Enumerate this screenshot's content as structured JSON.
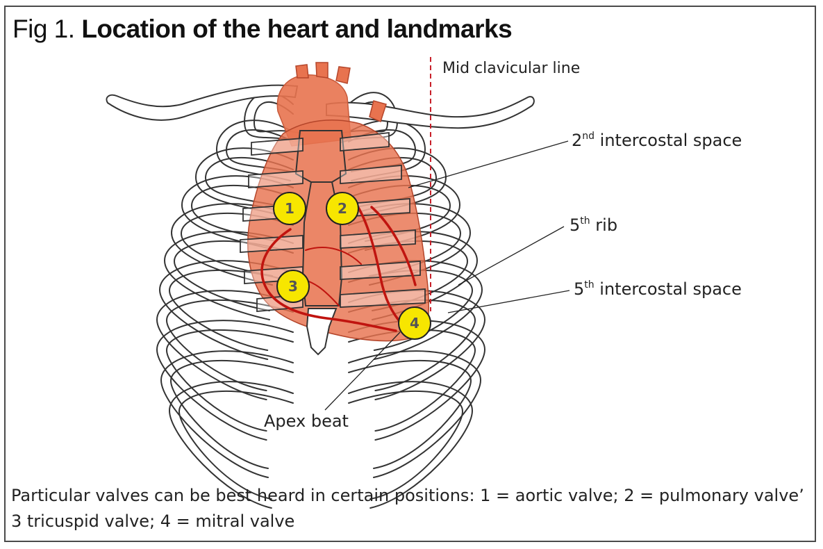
{
  "figure": {
    "label": "Fig 1.",
    "title": "Location of the heart  and landmarks"
  },
  "labels": {
    "mid_clavicular": "Mid clavicular line",
    "second_ics_num": "2",
    "second_ics_sup": "nd",
    "second_ics_text": " intercostal space",
    "fifth_rib_num": "5",
    "fifth_rib_sup": "th",
    "fifth_rib_text": " rib",
    "fifth_ics_num": "5",
    "fifth_ics_sup": "th",
    "fifth_ics_text": " intercostal space",
    "apex_beat": "Apex beat"
  },
  "markers": [
    {
      "number": "1",
      "valve": "aortic valve"
    },
    {
      "number": "2",
      "valve": "pulmonary valve"
    },
    {
      "number": "3",
      "valve": "tricuspid valve"
    },
    {
      "number": "4",
      "valve": "mitral valve"
    }
  ],
  "caption": "Particular valves can be best heard in certain positions: 1 = aortic valve; 2 = pulmonary valve’ 3 tricuspid valve; 4 = mitral valve",
  "colors": {
    "heart": "#e8734f",
    "vessels": "#c0140f",
    "marker_fill": "#f7e600",
    "midline": "#c8202a",
    "bone_stroke": "#333333"
  }
}
